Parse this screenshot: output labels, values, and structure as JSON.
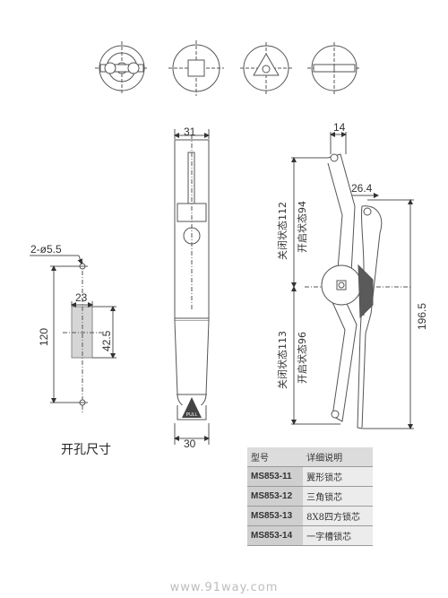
{
  "dimensions": {
    "hole_dia": "2-ø5.5",
    "hole_w": "23",
    "hole_h": "120",
    "hole_pitch": "42.5",
    "handle_top_w": "31",
    "handle_bot_w": "30",
    "side_top": "14",
    "side_offset": "26.4",
    "side_height": "196.5",
    "closed_upper": "关闭状态112",
    "open_upper": "开启状态94",
    "closed_lower": "关闭状态113",
    "open_lower": "开启状态96"
  },
  "cutout_caption": "开孔尺寸",
  "table": {
    "header": [
      "型号",
      "详细说明"
    ],
    "rows": [
      {
        "model": "MS853-11",
        "desc": "翼形锁芯"
      },
      {
        "model": "MS853-12",
        "desc": "三角锁芯"
      },
      {
        "model": "MS853-13",
        "desc": "8X8四方锁芯"
      },
      {
        "model": "MS853-14",
        "desc": "一字槽锁芯"
      }
    ]
  },
  "watermark": "www.91way.com",
  "handle_label": "PULL"
}
